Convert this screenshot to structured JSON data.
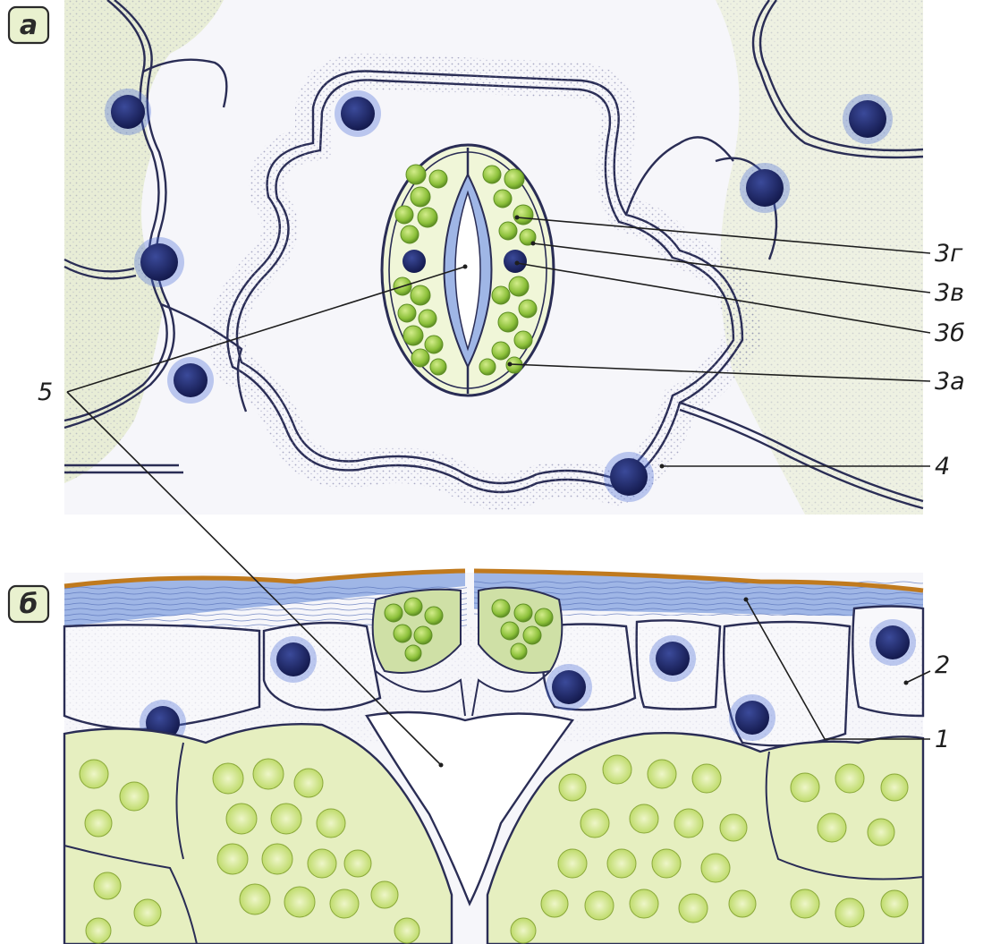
{
  "panels": [
    {
      "id": "a",
      "badge": "а"
    },
    {
      "id": "b",
      "badge": "б"
    }
  ],
  "labels": [
    {
      "id": "3g",
      "text": "3г"
    },
    {
      "id": "3v",
      "text": "3в"
    },
    {
      "id": "3b",
      "text": "3б"
    },
    {
      "id": "3a",
      "text": "3а"
    },
    {
      "id": "4",
      "text": "4"
    },
    {
      "id": "5",
      "text": "5"
    },
    {
      "id": "2",
      "text": "2"
    },
    {
      "id": "1",
      "text": "1"
    }
  ],
  "colors": {
    "cell_wall": "#2a2d55",
    "stipple": "#6a6c9a",
    "nucleus": "#1f2a6b",
    "nucleus_dot": "#4a6cd8",
    "chloroplast": "#8fc23a",
    "chloroplast_light": "#c8e07a",
    "guard_wall": "#9fb6e6",
    "cuticle": "#c07a1e",
    "mesophyll_bg": "#e6efc0",
    "leaf_tint": "#edf1dc",
    "cell_fill": "#f4f4f9"
  }
}
